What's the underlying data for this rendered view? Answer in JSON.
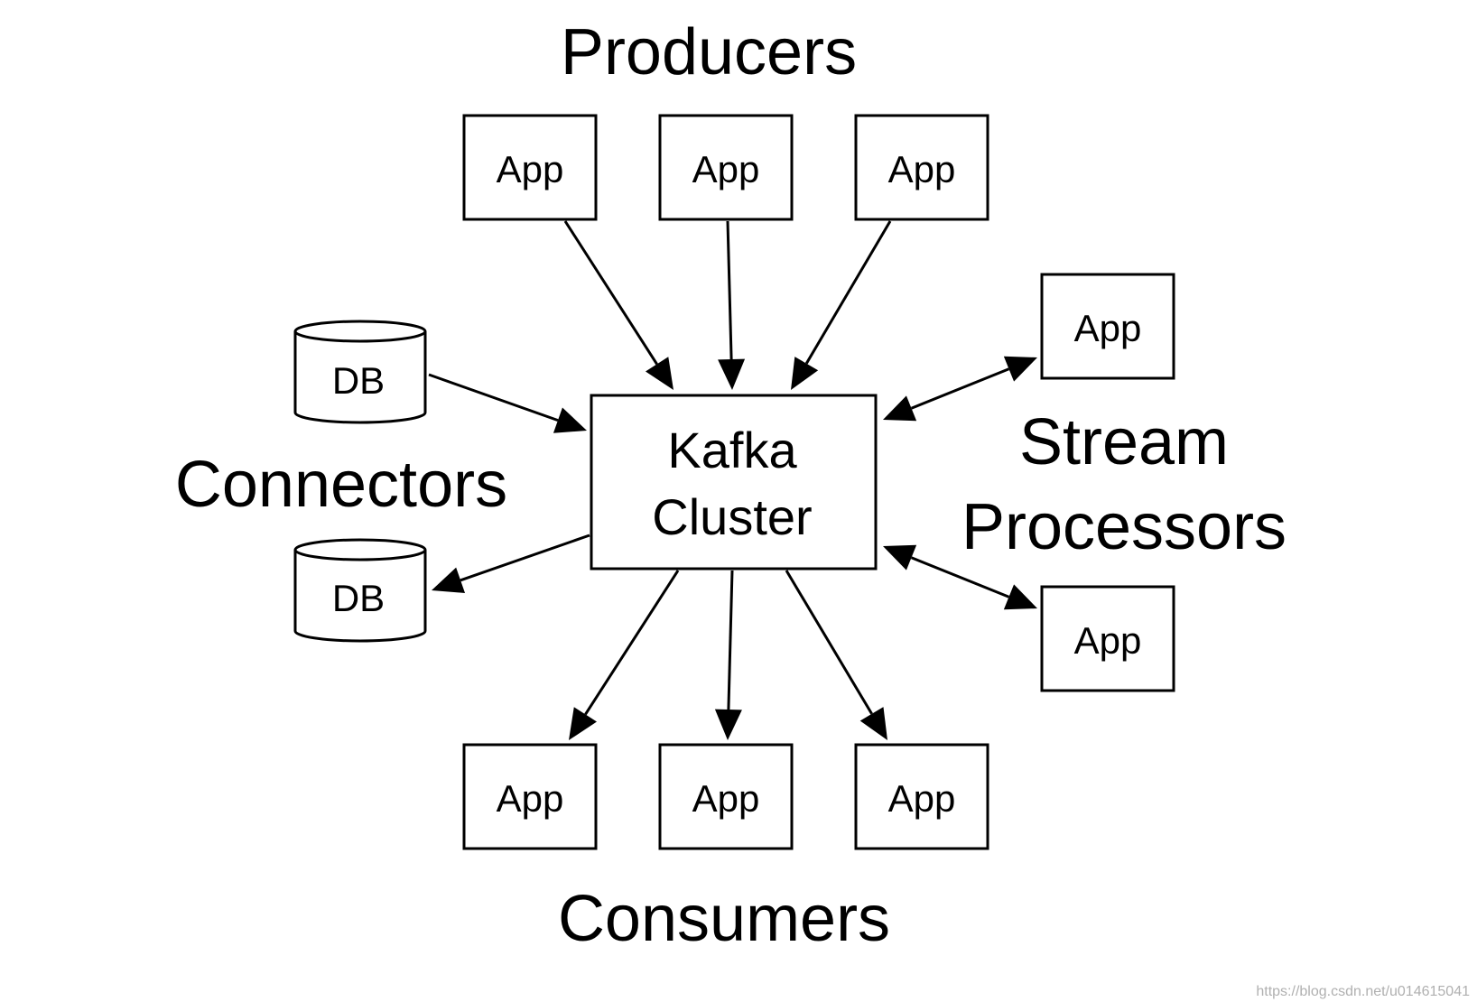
{
  "groups": {
    "producers": "Producers",
    "consumers": "Consumers",
    "connectors": "Connectors",
    "stream_processors": [
      "Stream",
      "Processors"
    ]
  },
  "nodes": {
    "producer_apps": [
      "App",
      "App",
      "App"
    ],
    "consumer_apps": [
      "App",
      "App",
      "App"
    ],
    "stream_apps": [
      "App",
      "App"
    ],
    "databases": [
      "DB",
      "DB"
    ],
    "cluster": [
      "Kafka",
      "Cluster"
    ]
  },
  "edges": [
    {
      "from": "producer-app-1",
      "to": "kafka-cluster"
    },
    {
      "from": "producer-app-2",
      "to": "kafka-cluster"
    },
    {
      "from": "producer-app-3",
      "to": "kafka-cluster"
    },
    {
      "from": "db-source",
      "to": "kafka-cluster"
    },
    {
      "from": "kafka-cluster",
      "to": "db-sink"
    },
    {
      "from": "kafka-cluster",
      "to": "stream-app-1",
      "bidirectional": true
    },
    {
      "from": "kafka-cluster",
      "to": "stream-app-2",
      "bidirectional": true
    },
    {
      "from": "kafka-cluster",
      "to": "consumer-app-1"
    },
    {
      "from": "kafka-cluster",
      "to": "consumer-app-2"
    },
    {
      "from": "kafka-cluster",
      "to": "consumer-app-3"
    }
  ],
  "watermark": "https://blog.csdn.net/u014615041",
  "colors": {
    "stroke": "#000000",
    "background": "#ffffff",
    "watermark": "#b0b0b0"
  }
}
